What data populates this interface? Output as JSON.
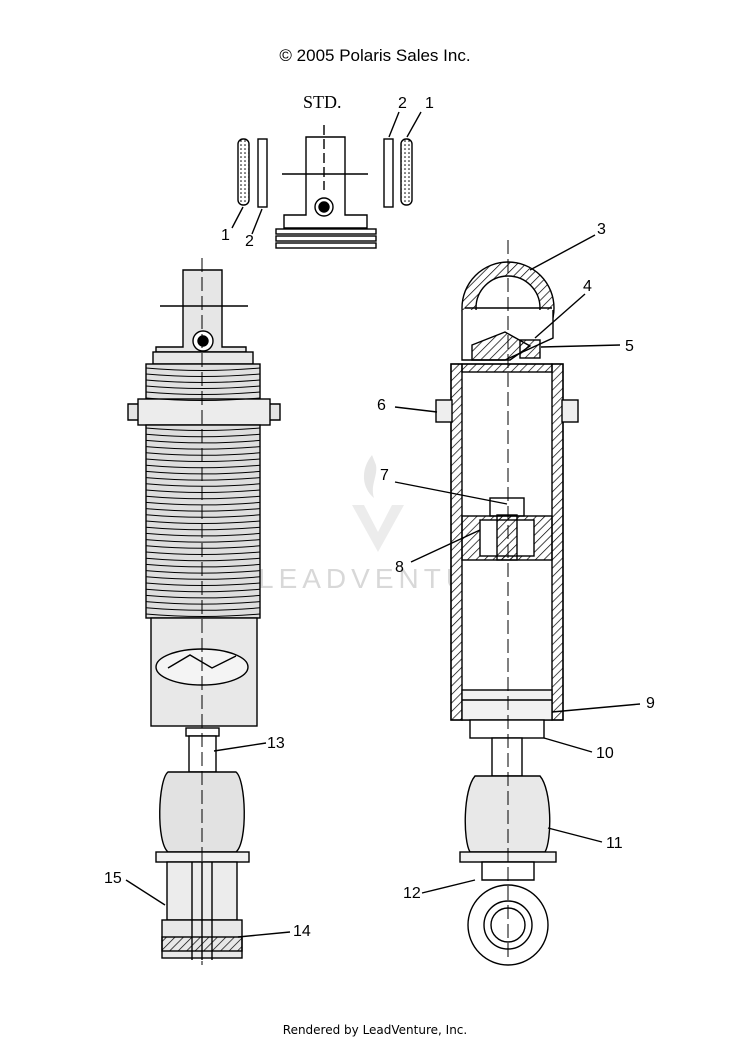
{
  "copyright": "© 2005 Polaris Sales Inc.",
  "std_label": "STD.",
  "footer": "Rendered by LeadVenture, Inc.",
  "watermark": "LEADVENTURE",
  "callouts": {
    "c1a": "1",
    "c2a": "2",
    "c1b": "1",
    "c2b": "2",
    "c3": "3",
    "c4": "4",
    "c5": "5",
    "c6": "6",
    "c7": "7",
    "c8": "8",
    "c9": "9",
    "c10": "10",
    "c11": "11",
    "c12": "12",
    "c13": "13",
    "c14": "14",
    "c15": "15"
  }
}
